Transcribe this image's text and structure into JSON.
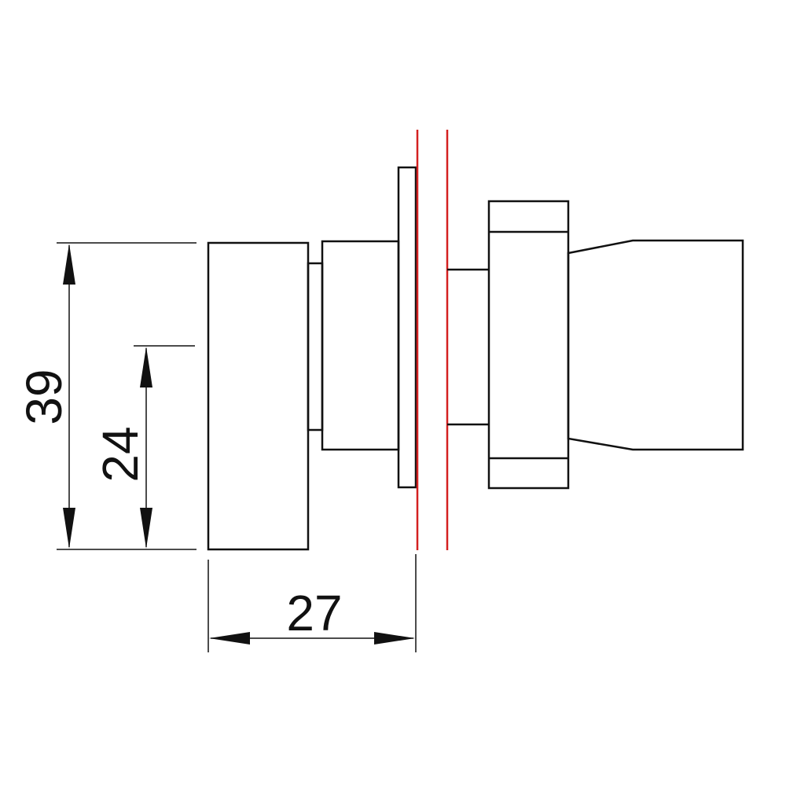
{
  "dimensions": {
    "overall_height": "39",
    "inner_height": "24",
    "depth": "27"
  },
  "colors": {
    "outline": "#111111",
    "panel_lines": "#d42020"
  }
}
